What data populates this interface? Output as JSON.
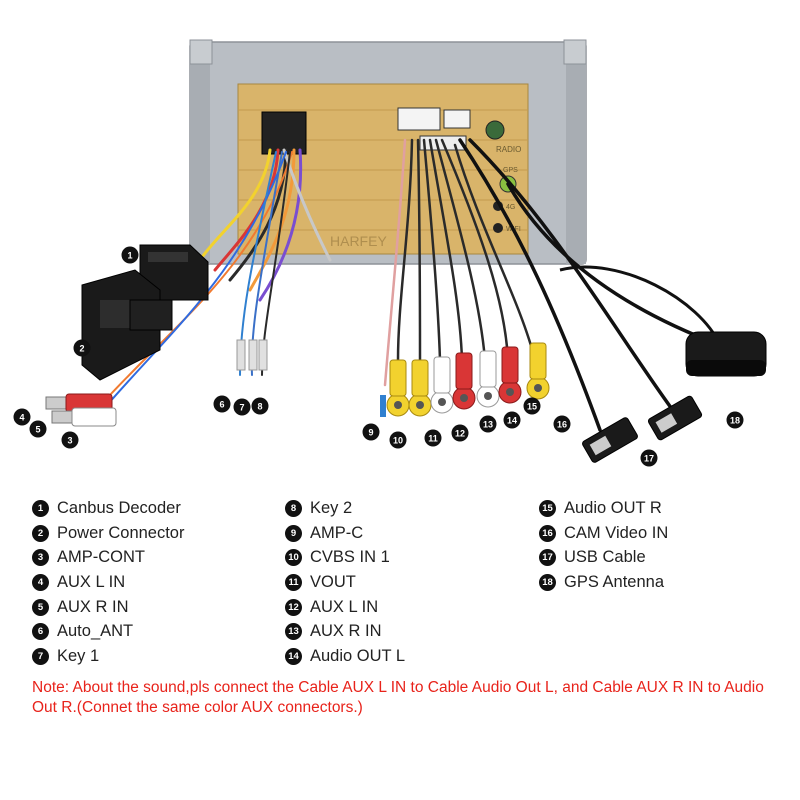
{
  "colors": {
    "panel": "#d9b46a",
    "chassis": "#b9bec4",
    "note": "#e8231b",
    "badge": "#111111"
  },
  "device": {
    "watermark": "HARFEY",
    "port_labels": [
      "RADIO",
      "GPS",
      "4G",
      "WIFI"
    ]
  },
  "markers": [
    "1",
    "2",
    "3",
    "4",
    "5",
    "6",
    "7",
    "8",
    "9",
    "10",
    "11",
    "12",
    "13",
    "14",
    "15",
    "16",
    "17",
    "18"
  ],
  "legend": {
    "col1": [
      {
        "num": "1",
        "label": "Canbus Decoder"
      },
      {
        "num": "2",
        "label": "Power Connector"
      },
      {
        "num": "3",
        "label": "AMP-CONT"
      },
      {
        "num": "4",
        "label": "AUX L IN"
      },
      {
        "num": "5",
        "label": "AUX R IN"
      },
      {
        "num": "6",
        "label": "Auto_ANT"
      },
      {
        "num": "7",
        "label": "Key 1"
      }
    ],
    "col2": [
      {
        "num": "8",
        "label": "Key 2"
      },
      {
        "num": "9",
        "label": "AMP-C"
      },
      {
        "num": "10",
        "label": "CVBS IN 1"
      },
      {
        "num": "11",
        "label": "VOUT"
      },
      {
        "num": "12",
        "label": "AUX L IN"
      },
      {
        "num": "13",
        "label": "AUX R IN"
      },
      {
        "num": "14",
        "label": "Audio OUT L"
      }
    ],
    "col3": [
      {
        "num": "15",
        "label": "Audio OUT R"
      },
      {
        "num": "16",
        "label": "CAM Video IN"
      },
      {
        "num": "17",
        "label": "USB Cable"
      },
      {
        "num": "18",
        "label": "GPS Antenna"
      }
    ]
  },
  "note": "Note: About the sound,pls connect the Cable AUX L IN to Cable Audio Out L, and Cable AUX R IN to  Audio Out R.(Connet the same color AUX connectors.)"
}
